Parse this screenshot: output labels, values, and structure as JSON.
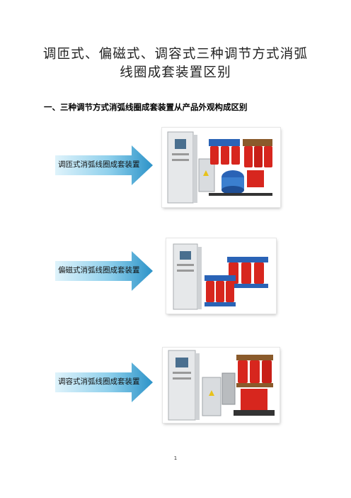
{
  "document": {
    "title_line1": "调匝式、偏磁式、调容式三种调节方式消弧",
    "title_line2": "线圈成套装置区别",
    "section_heading": "一、三种调节方式消弧线圈成套装置从产品外观构成区别",
    "rows": [
      {
        "label": "调匝式消弧线圈成套装置",
        "image": "cabinet-and-transformer-photo"
      },
      {
        "label": "偏磁式消弧线圈成套装置",
        "image": "cabinet-and-transformer-photo"
      },
      {
        "label": "调容式消弧线圈成套装置",
        "image": "cabinet-and-transformer-photo"
      }
    ],
    "page_number": "1"
  },
  "colors": {
    "arrow_light": "#a9e2f3",
    "arrow_dark": "#2c93c8",
    "transformer_red": "#d7261e",
    "transformer_blue": "#2a63b6",
    "cabinet_gray": "#e4e6e8"
  }
}
